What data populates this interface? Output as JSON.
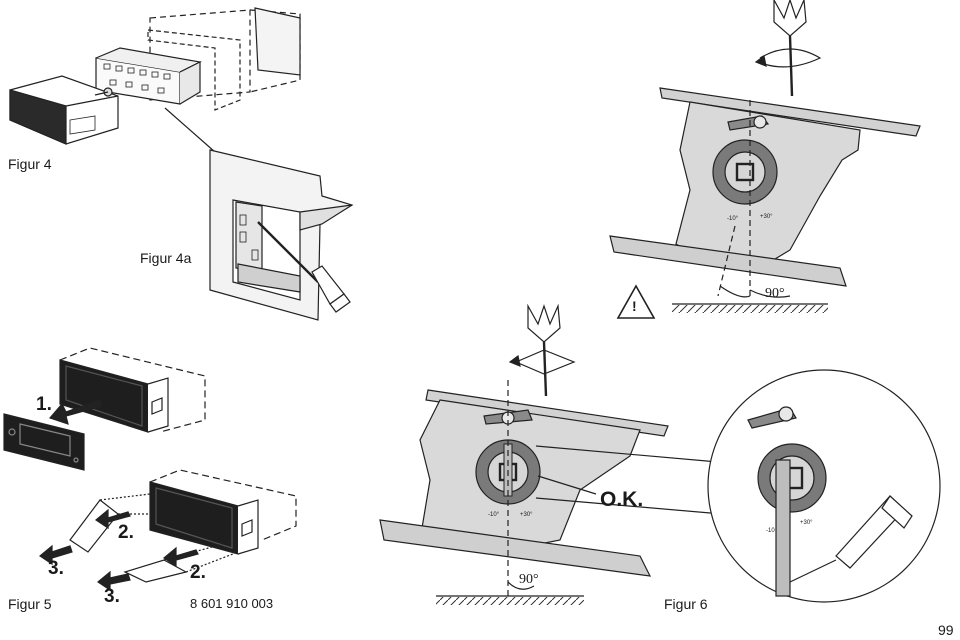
{
  "figures": {
    "fig4": "Figur 4",
    "fig4a": "Figur 4a",
    "fig5": "Figur 5",
    "fig6": "Figur 6"
  },
  "steps": {
    "remove_front": "1.",
    "insert_keys_top": "2.",
    "insert_keys_bottom": "2.",
    "pull_out_top": "3.",
    "pull_out_bottom": "3."
  },
  "angle_top": "90°",
  "angle_bottom": "90°",
  "ok_label": "O.K.",
  "part_number": "8 601 910 003",
  "scale_ticks": {
    "top_left": "-10°",
    "top_right": "+30°",
    "bottom_left": "-10°",
    "bottom_right": "+30°",
    "zoom_left": "-10",
    "zoom_right": "+30°"
  },
  "page_number": "99",
  "warning_symbol": "!",
  "icons": [
    "screwdriver-icon",
    "rotation-arrow-icon",
    "warning-triangle-icon",
    "allen-key-icon"
  ]
}
